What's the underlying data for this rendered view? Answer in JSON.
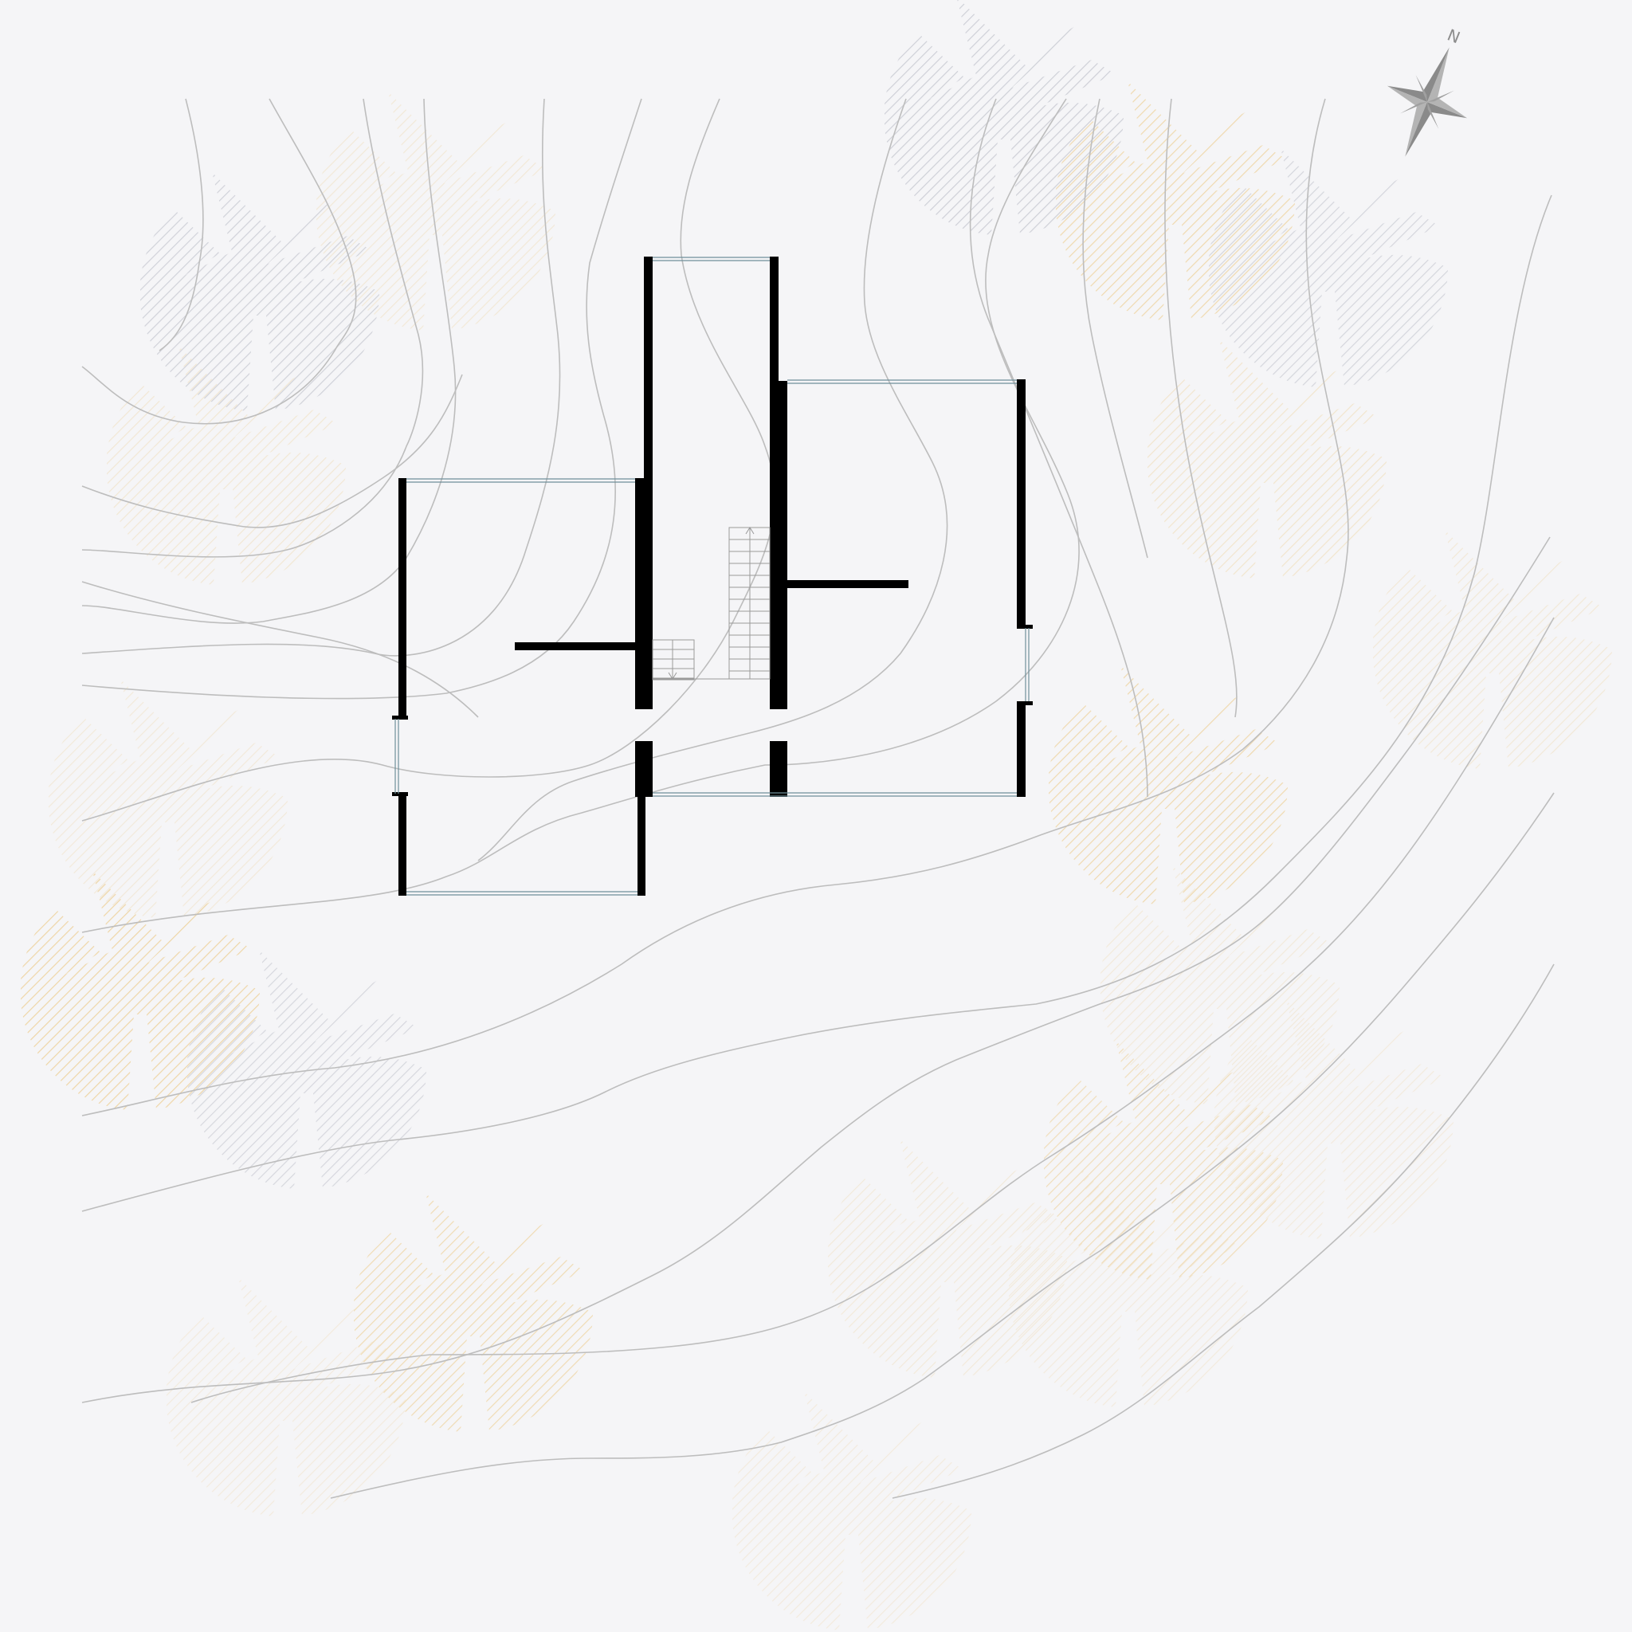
{
  "diagram": {
    "type": "site-plan",
    "background": "#f5f5f7",
    "colors": {
      "contour": "#bdbdbd",
      "wall": "#000000",
      "glazing": "#6f8f9a",
      "tree_yellow": "#e9b85a",
      "tree_gray": "#a5a8b5",
      "compass": "#9c9c9c"
    },
    "compass": {
      "label": "N",
      "icon": "compass-rose-icon"
    },
    "trees": {
      "icon": "tree-canopy-icon",
      "yellow_count": 18,
      "gray_count": 5
    },
    "contours": {
      "count": 20
    },
    "building": {
      "rooms": 3,
      "has_stair": true
    }
  }
}
